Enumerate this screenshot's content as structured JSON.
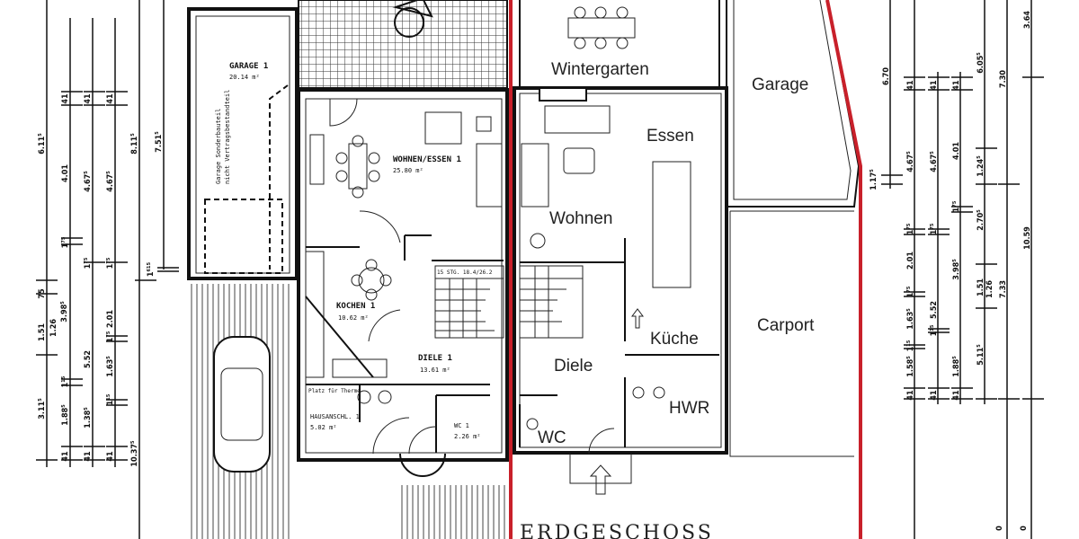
{
  "plan": {
    "title": "ERDGESCHOSS",
    "accent_color": "#c8202a",
    "left_unit": {
      "garage": {
        "name": "GARAGE 1",
        "area": "20.14 m²",
        "note_line1": "Garage Sonderbauteil",
        "note_line2": "nicht Vertragsbestandteil"
      },
      "living": {
        "name": "WOHNEN/ESSEN 1",
        "area": "25.80 m²"
      },
      "kitchen": {
        "name": "KOCHEN 1",
        "area": "10.62 m²"
      },
      "hall": {
        "name": "DIELE 1",
        "area": "13.61 m²"
      },
      "utility": {
        "name": "HAUSANSCHL. 1",
        "area": "5.02 m²",
        "note": "Platz für Therme"
      },
      "wc": {
        "name": "WC 1",
        "area": "2.26 m²"
      },
      "stairs": "15 STG. 18.4/26.2"
    },
    "right_unit": {
      "wintergarten": "Wintergarten",
      "essen": "Essen",
      "wohnen": "Wohnen",
      "kueche": "Küche",
      "diele": "Diele",
      "hwr": "HWR",
      "wc": "WC",
      "garage": "Garage",
      "carport": "Carport"
    },
    "dimensions_left": [
      "6.11⁵",
      "75",
      "1.51",
      "3.11⁵",
      "1.26",
      "3.98⁵",
      "41",
      "4.01",
      "1⁷⁵",
      "1¹⁵",
      "1.88⁵",
      "41",
      "41",
      "4.67⁵",
      "1⁷⁵",
      "5.52",
      "1.38⁵",
      "41",
      "41",
      "4.67⁵",
      "1⁷⁵",
      "2.01",
      "1⁷⁵",
      "1.63⁵",
      "1¹⁵",
      "41",
      "8.11⁵",
      "10.37⁵",
      "7.51⁵",
      "1⁶¹⁵"
    ],
    "dimensions_right": [
      "6.70",
      "1.17⁵",
      "41",
      "4.67⁵",
      "1⁷⁵",
      "2.01",
      "1⁷⁵",
      "1.63⁵",
      "1¹⁵",
      "1.58⁵",
      "41",
      "41",
      "4.67⁵",
      "1⁷⁵",
      "5.52",
      "1¹⁵",
      "41",
      "41",
      "4.01",
      "1⁷⁵",
      "3.98⁵",
      "1.88⁵",
      "41",
      "6.05⁵",
      "1.24⁵",
      "2.70⁵",
      "1.51",
      "5.11⁵",
      "1.26",
      "7.30",
      "7.33",
      "3.64",
      "10.59",
      "0",
      "0"
    ]
  }
}
